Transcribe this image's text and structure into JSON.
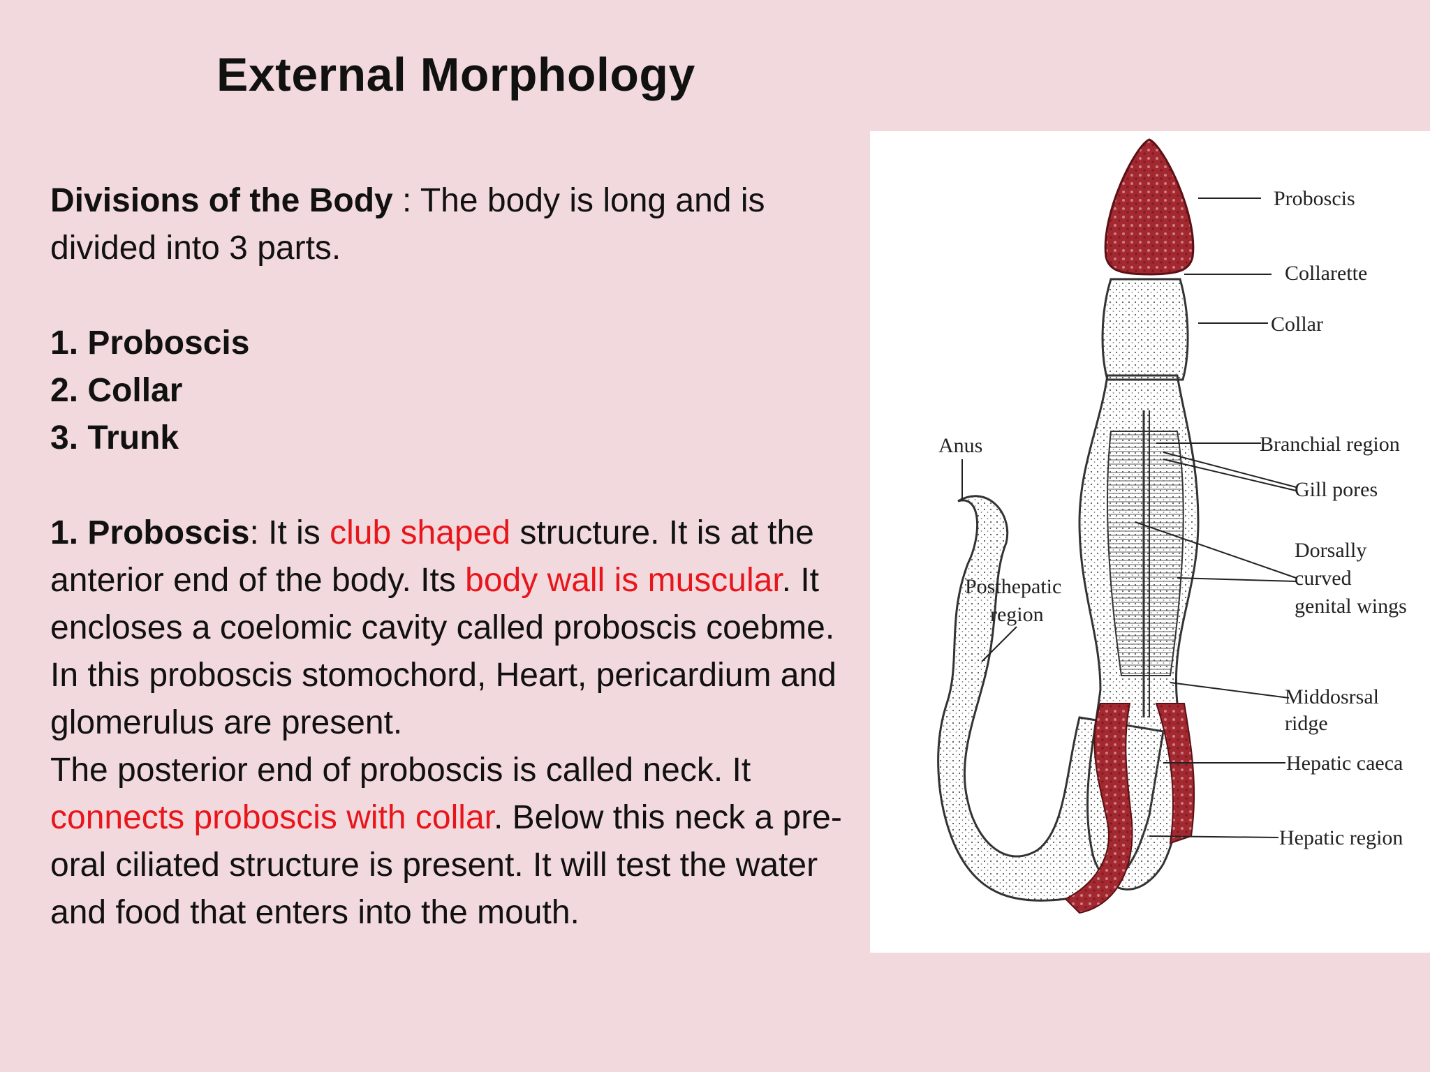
{
  "slide": {
    "title": "External Morphology"
  },
  "intro": {
    "heading": "Divisions of the Body",
    "sep": " : ",
    "text": "The body is long and is divided into 3 parts."
  },
  "divisions": [
    "1. Proboscis",
    "2. Collar",
    "3. Trunk"
  ],
  "proboscis_paragraph": {
    "heading": "1. Proboscis",
    "t1": ": It is ",
    "h1": "club shaped",
    "t2": " structure. It is at the anterior end of the body. Its ",
    "h2": "body wall is muscular",
    "t3": ". It encloses a coelomic cavity called proboscis coebme. In this proboscis stomochord, Heart, pericardium and glomerulus are present.",
    "t4": "The posterior end of proboscis is called neck. It ",
    "h3": "connects proboscis with collar",
    "t5": ". Below this neck a pre-oral ciliated structure is present. It will test the water and food that enters into the mouth."
  },
  "figure": {
    "labels": {
      "proboscis": "Proboscis",
      "collarette": "Collarette",
      "collar": "Collar",
      "branchial": "Branchial region",
      "gill": "Gill pores",
      "dorsally1": "Dorsally",
      "dorsally2": "curved",
      "dorsally3": "genital wings",
      "anus": "Anus",
      "posthepatic1": "Posthepatic",
      "posthepatic2": "region",
      "middorsal1": "Middosrsal",
      "middorsal2": "ridge",
      "caeca": "Hepatic caeca",
      "hepatic": "Hepatic region"
    },
    "colors": {
      "proboscis_fill": "#a3282f",
      "caeca_fill": "#a3282f",
      "stipple": "#555555"
    }
  }
}
